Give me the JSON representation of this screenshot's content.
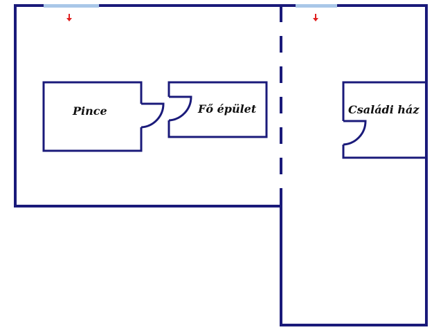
{
  "rooms": {
    "pince": "Pince",
    "fo_epulet": "Fő épület",
    "csaladi_haz": "Családi ház"
  },
  "colors": {
    "wall": "#1a1a7a",
    "window": "#a9c7e8",
    "entrance_arrow": "#e02020"
  },
  "icons": {
    "entrance": "entrance-arrow-icon",
    "door": "door-swing-icon"
  }
}
